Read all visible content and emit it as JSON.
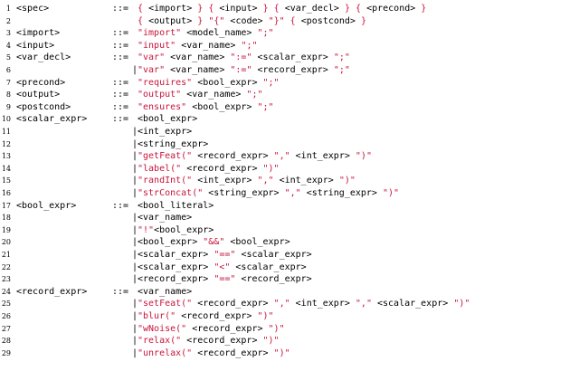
{
  "colors": {
    "nonterminal": "#000000",
    "terminal": "#c8143c"
  },
  "grammar": {
    "lines": [
      {
        "num": "1",
        "lhs": "<spec>",
        "def": "::=",
        "alt": "",
        "tokens": [
          {
            "t": "{",
            "k": "kw"
          },
          {
            "t": " "
          },
          {
            "t": "<import>",
            "k": "nt"
          },
          {
            "t": " "
          },
          {
            "t": "}",
            "k": "kw"
          },
          {
            "t": " "
          },
          {
            "t": "{",
            "k": "kw"
          },
          {
            "t": " "
          },
          {
            "t": "<input>",
            "k": "nt"
          },
          {
            "t": " "
          },
          {
            "t": "}",
            "k": "kw"
          },
          {
            "t": " "
          },
          {
            "t": "{",
            "k": "kw"
          },
          {
            "t": " "
          },
          {
            "t": "<var_decl>",
            "k": "nt"
          },
          {
            "t": " "
          },
          {
            "t": "}",
            "k": "kw"
          },
          {
            "t": " "
          },
          {
            "t": "{",
            "k": "kw"
          },
          {
            "t": " "
          },
          {
            "t": "<precond>",
            "k": "nt"
          },
          {
            "t": " "
          },
          {
            "t": "}",
            "k": "kw"
          }
        ]
      },
      {
        "num": "2",
        "lhs": "",
        "def": "",
        "alt": "",
        "tokens": [
          {
            "t": "{",
            "k": "kw"
          },
          {
            "t": " "
          },
          {
            "t": "<output>",
            "k": "nt"
          },
          {
            "t": " "
          },
          {
            "t": "}",
            "k": "kw"
          },
          {
            "t": " "
          },
          {
            "t": "\"{\"",
            "k": "kw"
          },
          {
            "t": " "
          },
          {
            "t": "<code>",
            "k": "nt"
          },
          {
            "t": " "
          },
          {
            "t": "\"}\"",
            "k": "kw"
          },
          {
            "t": " "
          },
          {
            "t": "{",
            "k": "kw"
          },
          {
            "t": " "
          },
          {
            "t": "<postcond>",
            "k": "nt"
          },
          {
            "t": " "
          },
          {
            "t": "}",
            "k": "kw"
          }
        ]
      },
      {
        "num": "3",
        "lhs": "<import>",
        "def": "::=",
        "alt": "",
        "tokens": [
          {
            "t": "\"import\"",
            "k": "kw"
          },
          {
            "t": " "
          },
          {
            "t": "<model_name>",
            "k": "nt"
          },
          {
            "t": " "
          },
          {
            "t": "\";\"",
            "k": "kw"
          }
        ]
      },
      {
        "num": "4",
        "lhs": "<input>",
        "def": "::=",
        "alt": "",
        "tokens": [
          {
            "t": "\"input\"",
            "k": "kw"
          },
          {
            "t": " "
          },
          {
            "t": "<var_name>",
            "k": "nt"
          },
          {
            "t": " "
          },
          {
            "t": "\";\"",
            "k": "kw"
          }
        ]
      },
      {
        "num": "5",
        "lhs": "<var_decl>",
        "def": "::=",
        "alt": "",
        "tokens": [
          {
            "t": "\"var\"",
            "k": "kw"
          },
          {
            "t": " "
          },
          {
            "t": "<var_name>",
            "k": "nt"
          },
          {
            "t": " "
          },
          {
            "t": "\":=\"",
            "k": "kw"
          },
          {
            "t": " "
          },
          {
            "t": "<scalar_expr>",
            "k": "nt"
          },
          {
            "t": " "
          },
          {
            "t": "\";\"",
            "k": "kw"
          }
        ]
      },
      {
        "num": "6",
        "lhs": "",
        "def": "",
        "alt": "|",
        "tokens": [
          {
            "t": "\"var\"",
            "k": "kw"
          },
          {
            "t": " "
          },
          {
            "t": "<var_name>",
            "k": "nt"
          },
          {
            "t": " "
          },
          {
            "t": "\":=\"",
            "k": "kw"
          },
          {
            "t": " "
          },
          {
            "t": "<record_expr>",
            "k": "nt"
          },
          {
            "t": " "
          },
          {
            "t": "\";\"",
            "k": "kw"
          }
        ]
      },
      {
        "num": "7",
        "lhs": "<precond>",
        "def": "::=",
        "alt": "",
        "tokens": [
          {
            "t": "\"requires\"",
            "k": "kw"
          },
          {
            "t": " "
          },
          {
            "t": "<bool_expr>",
            "k": "nt"
          },
          {
            "t": " "
          },
          {
            "t": "\";\"",
            "k": "kw"
          }
        ]
      },
      {
        "num": "8",
        "lhs": "<output>",
        "def": "::=",
        "alt": "",
        "tokens": [
          {
            "t": "\"output\"",
            "k": "kw"
          },
          {
            "t": " "
          },
          {
            "t": "<var_name>",
            "k": "nt"
          },
          {
            "t": " "
          },
          {
            "t": "\";\"",
            "k": "kw"
          }
        ]
      },
      {
        "num": "9",
        "lhs": "<postcond>",
        "def": "::=",
        "alt": "",
        "tokens": [
          {
            "t": "\"ensures\"",
            "k": "kw"
          },
          {
            "t": " "
          },
          {
            "t": "<bool_expr>",
            "k": "nt"
          },
          {
            "t": " "
          },
          {
            "t": "\";\"",
            "k": "kw"
          }
        ]
      },
      {
        "num": "10",
        "lhs": "<scalar_expr>",
        "def": "::=",
        "alt": "",
        "tokens": [
          {
            "t": "<bool_expr>",
            "k": "nt"
          }
        ]
      },
      {
        "num": "11",
        "lhs": "",
        "def": "",
        "alt": "|",
        "tokens": [
          {
            "t": "<int_expr>",
            "k": "nt"
          }
        ]
      },
      {
        "num": "12",
        "lhs": "",
        "def": "",
        "alt": "|",
        "tokens": [
          {
            "t": "<string_expr>",
            "k": "nt"
          }
        ]
      },
      {
        "num": "13",
        "lhs": "",
        "def": "",
        "alt": "|",
        "tokens": [
          {
            "t": "\"getFeat(\"",
            "k": "kw"
          },
          {
            "t": " "
          },
          {
            "t": "<record_expr>",
            "k": "nt"
          },
          {
            "t": " "
          },
          {
            "t": "\",\"",
            "k": "kw"
          },
          {
            "t": " "
          },
          {
            "t": "<int_expr>",
            "k": "nt"
          },
          {
            "t": " "
          },
          {
            "t": "\")\"",
            "k": "kw"
          }
        ]
      },
      {
        "num": "14",
        "lhs": "",
        "def": "",
        "alt": "|",
        "tokens": [
          {
            "t": "\"label(\"",
            "k": "kw"
          },
          {
            "t": " "
          },
          {
            "t": "<record_expr>",
            "k": "nt"
          },
          {
            "t": " "
          },
          {
            "t": "\")\"",
            "k": "kw"
          }
        ]
      },
      {
        "num": "15",
        "lhs": "",
        "def": "",
        "alt": "|",
        "tokens": [
          {
            "t": "\"randInt(\"",
            "k": "kw"
          },
          {
            "t": " "
          },
          {
            "t": "<int_expr>",
            "k": "nt"
          },
          {
            "t": " "
          },
          {
            "t": "\",\"",
            "k": "kw"
          },
          {
            "t": " "
          },
          {
            "t": "<int_expr>",
            "k": "nt"
          },
          {
            "t": " "
          },
          {
            "t": "\")\"",
            "k": "kw"
          }
        ]
      },
      {
        "num": "16",
        "lhs": "",
        "def": "",
        "alt": "|",
        "tokens": [
          {
            "t": "\"strConcat(\"",
            "k": "kw"
          },
          {
            "t": " "
          },
          {
            "t": "<string_expr>",
            "k": "nt"
          },
          {
            "t": " "
          },
          {
            "t": "\",\"",
            "k": "kw"
          },
          {
            "t": " "
          },
          {
            "t": "<string_expr>",
            "k": "nt"
          },
          {
            "t": " "
          },
          {
            "t": "\")\"",
            "k": "kw"
          }
        ]
      },
      {
        "num": "17",
        "lhs": "<bool_expr>",
        "def": "::=",
        "alt": "",
        "tokens": [
          {
            "t": "<bool_literal>",
            "k": "nt"
          }
        ]
      },
      {
        "num": "18",
        "lhs": "",
        "def": "",
        "alt": "|",
        "tokens": [
          {
            "t": "<var_name>",
            "k": "nt"
          }
        ]
      },
      {
        "num": "19",
        "lhs": "",
        "def": "",
        "alt": "|",
        "tokens": [
          {
            "t": "\"!\"",
            "k": "kw"
          },
          {
            "t": "<bool_expr>",
            "k": "nt"
          }
        ]
      },
      {
        "num": "20",
        "lhs": "",
        "def": "",
        "alt": "|",
        "tokens": [
          {
            "t": "<bool_expr>",
            "k": "nt"
          },
          {
            "t": " "
          },
          {
            "t": "\"&&\"",
            "k": "kw"
          },
          {
            "t": " "
          },
          {
            "t": "<bool_expr>",
            "k": "nt"
          }
        ]
      },
      {
        "num": "21",
        "lhs": "",
        "def": "",
        "alt": "|",
        "tokens": [
          {
            "t": "<scalar_expr>",
            "k": "nt"
          },
          {
            "t": " "
          },
          {
            "t": "\"==\"",
            "k": "kw"
          },
          {
            "t": " "
          },
          {
            "t": "<scalar_expr>",
            "k": "nt"
          }
        ]
      },
      {
        "num": "22",
        "lhs": "",
        "def": "",
        "alt": "|",
        "tokens": [
          {
            "t": "<scalar_expr>",
            "k": "nt"
          },
          {
            "t": " "
          },
          {
            "t": "\"<\"",
            "k": "kw"
          },
          {
            "t": " "
          },
          {
            "t": "<scalar_expr>",
            "k": "nt"
          }
        ]
      },
      {
        "num": "23",
        "lhs": "",
        "def": "",
        "alt": "|",
        "tokens": [
          {
            "t": "<record_expr>",
            "k": "nt"
          },
          {
            "t": " "
          },
          {
            "t": "\"==\"",
            "k": "kw"
          },
          {
            "t": " "
          },
          {
            "t": "<record_expr>",
            "k": "nt"
          }
        ]
      },
      {
        "num": "24",
        "lhs": "<record_expr>",
        "def": "::=",
        "alt": "",
        "tokens": [
          {
            "t": "<var_name>",
            "k": "nt"
          }
        ]
      },
      {
        "num": "25",
        "lhs": "",
        "def": "",
        "alt": "|",
        "tokens": [
          {
            "t": "\"setFeat(\"",
            "k": "kw"
          },
          {
            "t": " "
          },
          {
            "t": "<record_expr>",
            "k": "nt"
          },
          {
            "t": " "
          },
          {
            "t": "\",\"",
            "k": "kw"
          },
          {
            "t": " "
          },
          {
            "t": "<int_expr>",
            "k": "nt"
          },
          {
            "t": " "
          },
          {
            "t": "\",\"",
            "k": "kw"
          },
          {
            "t": " "
          },
          {
            "t": "<scalar_expr>",
            "k": "nt"
          },
          {
            "t": " "
          },
          {
            "t": "\")\"",
            "k": "kw"
          }
        ]
      },
      {
        "num": "26",
        "lhs": "",
        "def": "",
        "alt": "|",
        "tokens": [
          {
            "t": "\"blur(\"",
            "k": "kw"
          },
          {
            "t": " "
          },
          {
            "t": "<record_expr>",
            "k": "nt"
          },
          {
            "t": " "
          },
          {
            "t": "\")\"",
            "k": "kw"
          }
        ]
      },
      {
        "num": "27",
        "lhs": "",
        "def": "",
        "alt": "|",
        "tokens": [
          {
            "t": "\"wNoise(\"",
            "k": "kw"
          },
          {
            "t": " "
          },
          {
            "t": "<record_expr>",
            "k": "nt"
          },
          {
            "t": " "
          },
          {
            "t": "\")\"",
            "k": "kw"
          }
        ]
      },
      {
        "num": "28",
        "lhs": "",
        "def": "",
        "alt": "|",
        "tokens": [
          {
            "t": "\"relax(\"",
            "k": "kw"
          },
          {
            "t": " "
          },
          {
            "t": "<record_expr>",
            "k": "nt"
          },
          {
            "t": " "
          },
          {
            "t": "\")\"",
            "k": "kw"
          }
        ]
      },
      {
        "num": "29",
        "lhs": "",
        "def": "",
        "alt": "|",
        "tokens": [
          {
            "t": "\"unrelax(\"",
            "k": "kw"
          },
          {
            "t": " "
          },
          {
            "t": "<record_expr>",
            "k": "nt"
          },
          {
            "t": " "
          },
          {
            "t": "\")\"",
            "k": "kw"
          }
        ]
      }
    ]
  }
}
